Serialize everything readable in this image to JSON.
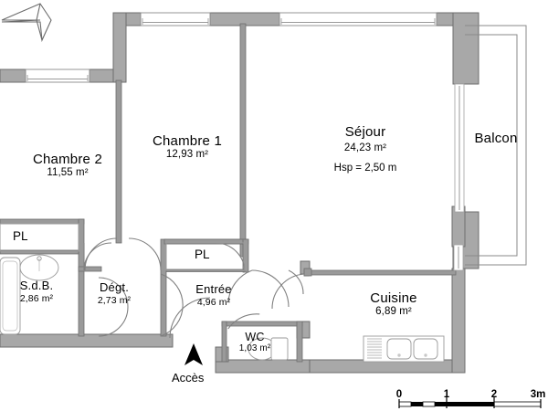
{
  "document": {
    "type": "floor-plan",
    "language": "fr",
    "ceiling_note": "Hsp = 2,50 m"
  },
  "rooms": [
    {
      "id": "chambre2",
      "name": "Chambre 2",
      "area": "11,55 m²"
    },
    {
      "id": "chambre1",
      "name": "Chambre 1",
      "area": "12,93 m²"
    },
    {
      "id": "sejour",
      "name": "Séjour",
      "area": "24,23 m²",
      "extra": "Hsp = 2,50 m"
    },
    {
      "id": "balcon",
      "name": "Balcon",
      "area": ""
    },
    {
      "id": "sdb",
      "name": "S.d.B.",
      "area": "2,86 m²"
    },
    {
      "id": "degt",
      "name": "Dégt.",
      "area": "2,73 m²"
    },
    {
      "id": "entree",
      "name": "Entrée",
      "area": "4,96 m²"
    },
    {
      "id": "wc",
      "name": "WC",
      "area": "1,03 m²"
    },
    {
      "id": "cuisine",
      "name": "Cuisine",
      "area": "6,89 m²"
    }
  ],
  "closets": [
    {
      "id": "pl-sdb",
      "label": "PL"
    },
    {
      "id": "pl-entree",
      "label": "PL"
    }
  ],
  "access": {
    "label": "Accès",
    "icon": "north-arrow-icon"
  },
  "compass": {
    "icon": "compass-north-icon"
  },
  "scale": {
    "unit_suffix": "m",
    "ticks": [
      "0",
      "1",
      "2",
      "3m"
    ]
  },
  "colors": {
    "wall_fill": "#a8a8a8",
    "wall_stroke": "#6e6e6e",
    "thin_line": "#808080",
    "background": "#ffffff",
    "text": "#000000"
  }
}
